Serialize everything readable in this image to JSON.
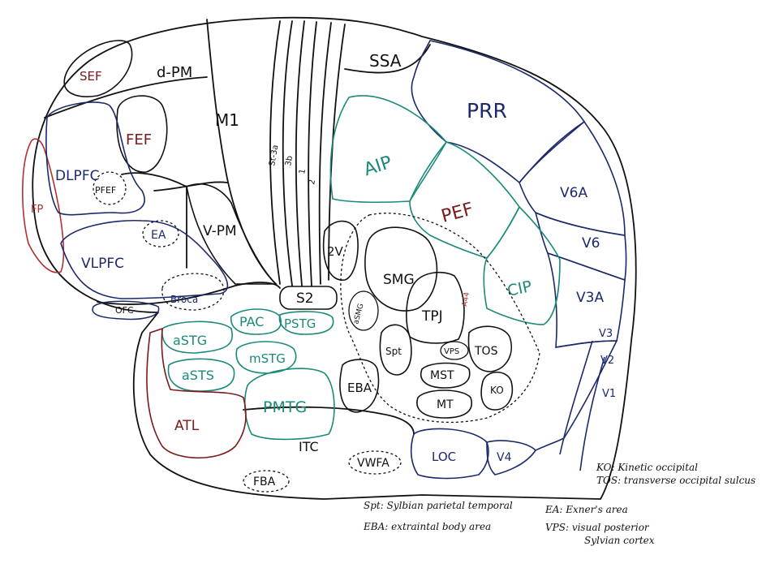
{
  "regions": {
    "sef": "SEF",
    "dpm": "d-PM",
    "m1": "M1",
    "ssa": "SSA",
    "prr": "PRR",
    "fef": "FEF",
    "dlpfc": "DLPFC",
    "pfef": "PFEF",
    "fp": "FP",
    "ea": "EA",
    "vpm": "V-PM",
    "vlpfc": "VLPFC",
    "broca": "Broca",
    "ofc": "OFC",
    "s2": "S2",
    "aip": "AIP",
    "pef": "PEF",
    "v6a": "V6A",
    "v6": "V6",
    "cip": "CIP",
    "v3a": "V3A",
    "v3": "V3",
    "v2": "V2",
    "v1": "V1",
    "two_v": "2V",
    "smg": "SMG",
    "asmg": "aSMG",
    "tpj": "TPJ",
    "spt": "Spt",
    "vps": "VPS",
    "tos": "TOS",
    "mst": "MST",
    "ko": "KO",
    "mt": "MT",
    "eba": "EBA",
    "astg": "aSTG",
    "pac": "PAC",
    "pstg": "PSTG",
    "asts": "aSTS",
    "mstg": "mSTG",
    "pmtg": "PMTG",
    "atl": "ATL",
    "itc": "ITC",
    "vwfa": "VWFA",
    "loc": "LOC",
    "v4": "V4",
    "fba": "FBA",
    "a44": "A44"
  },
  "strip_labels": [
    "St-3a",
    "3b",
    "1",
    "2"
  ],
  "legend": {
    "ko": "KO: Kinetic occipital",
    "tos": "TOS: transverse occipital sulcus",
    "spt": "Spt: Sylbian parietal temporal",
    "ea": "EA: Exner's area",
    "eba": "EBA: extraintal body area",
    "vps_1": "VPS: visual posterior",
    "vps_2": "Sylvian cortex"
  },
  "colors": {
    "outline": "#111111",
    "frontal_red": "#7a1a1a",
    "fp_red": "#b23030",
    "teal": "#1b8a7a",
    "navy": "#1c2a6b",
    "dashed": "#111111"
  }
}
